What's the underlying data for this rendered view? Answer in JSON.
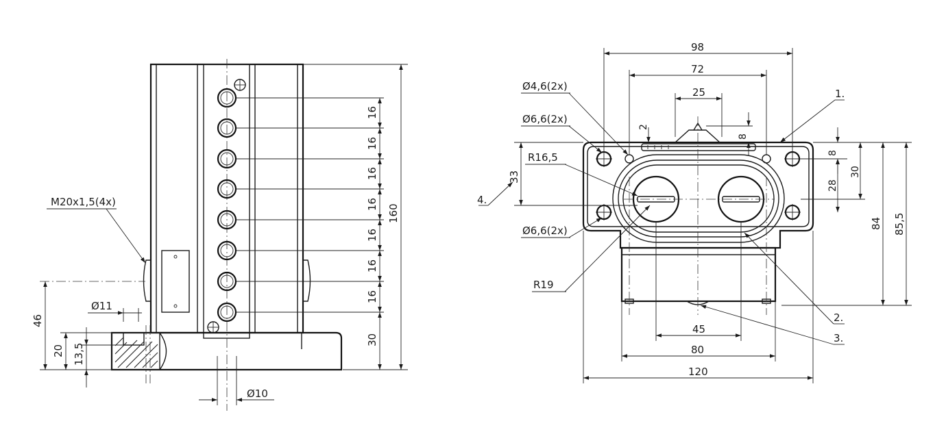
{
  "side_view": {
    "thread_label": "M20x1,5(4x)",
    "dia_left": "Ø11",
    "dia_bottom": "Ø10",
    "dim_46": "46",
    "dim_20": "20",
    "dim_13_5": "13,5",
    "pitch_values": [
      "16",
      "16",
      "16",
      "16",
      "16",
      "16",
      "16"
    ],
    "dim_30": "30",
    "dim_160": "160"
  },
  "top_view": {
    "dim_98": "98",
    "dim_72": "72",
    "dim_25": "25",
    "dim_2": "2",
    "dim_8_top": "8",
    "dim_8_right": "8",
    "dim_30": "30",
    "dim_28": "28",
    "dim_33": "33",
    "dim_84": "84",
    "dim_85_5": "85,5",
    "dim_45": "45",
    "dim_80": "80",
    "dim_120": "120",
    "hole_4_6": "Ø4,6(2x)",
    "hole_6_6_top": "Ø6,6(2x)",
    "hole_6_6_bottom": "Ø6,6(2x)",
    "radius_16_5": "R16,5",
    "radius_19": "R19",
    "callout_1": "1.",
    "callout_2": "2.",
    "callout_3": "3.",
    "callout_4": "4."
  }
}
